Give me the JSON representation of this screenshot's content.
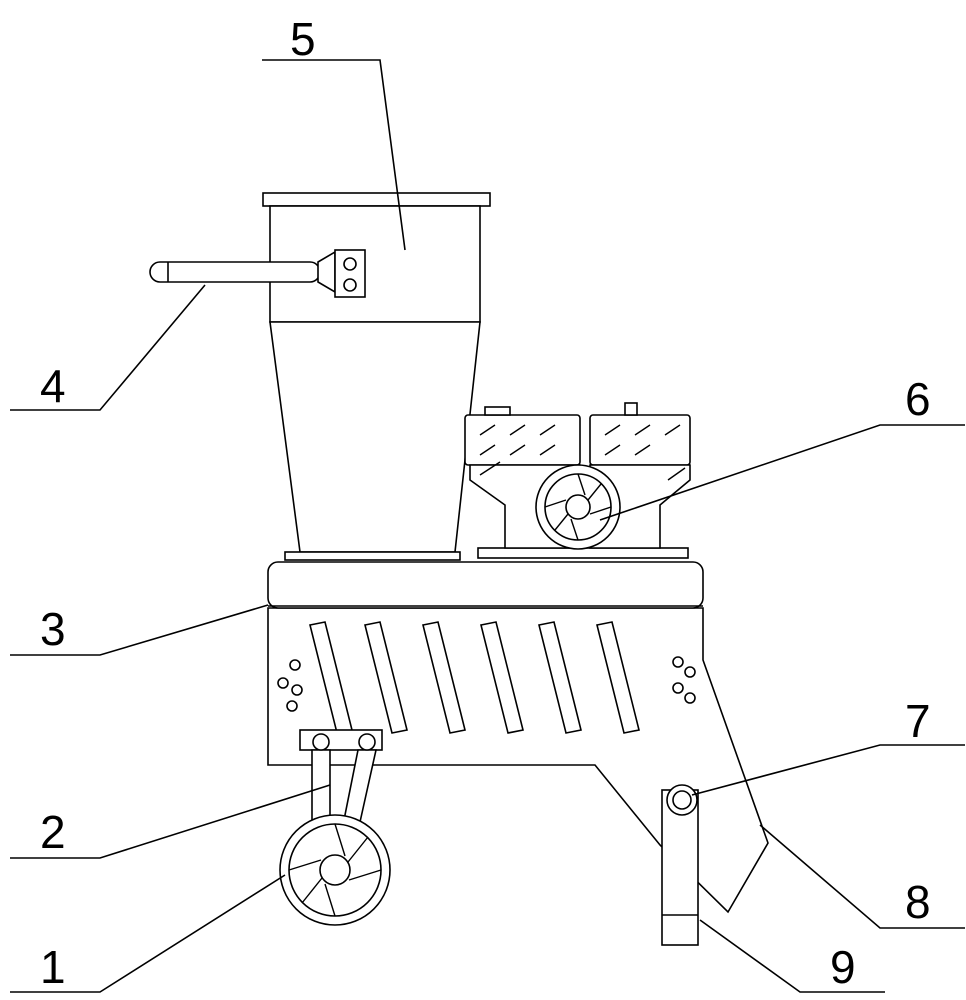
{
  "figure": {
    "labels": {
      "wheel": "1",
      "wheel_arm": "2",
      "body": "3",
      "handle": "4",
      "hopper": "5",
      "motor": "6",
      "pivot": "7",
      "blade": "8",
      "leg": "9"
    }
  }
}
